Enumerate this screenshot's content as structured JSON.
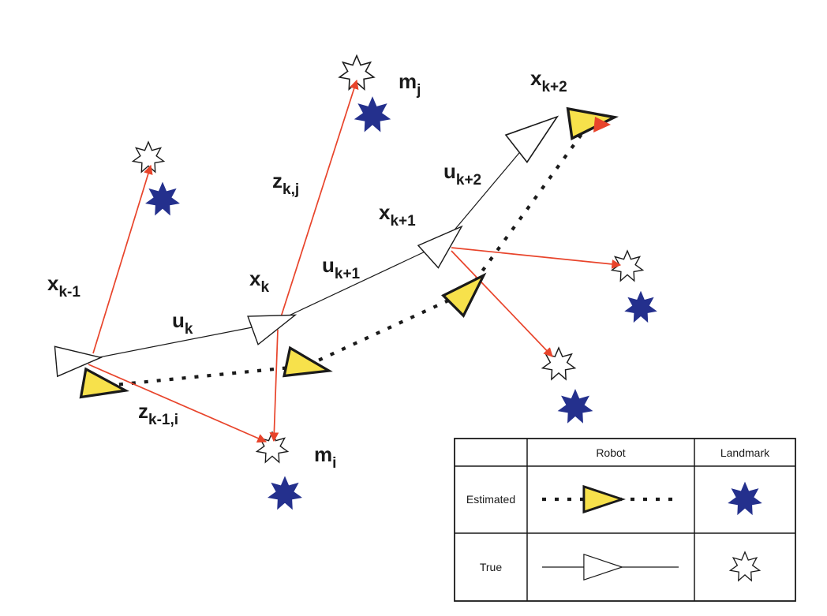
{
  "labels": {
    "x_km1": {
      "main": "x",
      "sub": "k-1"
    },
    "x_k": {
      "main": "x",
      "sub": "k"
    },
    "x_kp1": {
      "main": "x",
      "sub": "k+1"
    },
    "x_kp2": {
      "main": "x",
      "sub": "k+2"
    },
    "u_k": {
      "main": "u",
      "sub": "k"
    },
    "u_kp1": {
      "main": "u",
      "sub": "k+1"
    },
    "u_kp2": {
      "main": "u",
      "sub": "k+2"
    },
    "z_kj": {
      "main": "z",
      "sub": "k,j"
    },
    "z_km1i": {
      "main": "z",
      "sub": "k-1,i"
    },
    "m_j": {
      "main": "m",
      "sub": "j"
    },
    "m_i": {
      "main": "m",
      "sub": "i"
    }
  },
  "legend": {
    "headers": {
      "robot": "Robot",
      "landmark": "Landmark"
    },
    "rows": [
      {
        "label": "Estimated"
      },
      {
        "label": "True"
      }
    ]
  },
  "colors": {
    "robot_estimated_fill": "#F7E14B",
    "landmark_estimated_fill": "#24308D",
    "measurement_arrow": "#E8442B",
    "outline": "#1A1A1A",
    "background": "#FFFFFF"
  }
}
